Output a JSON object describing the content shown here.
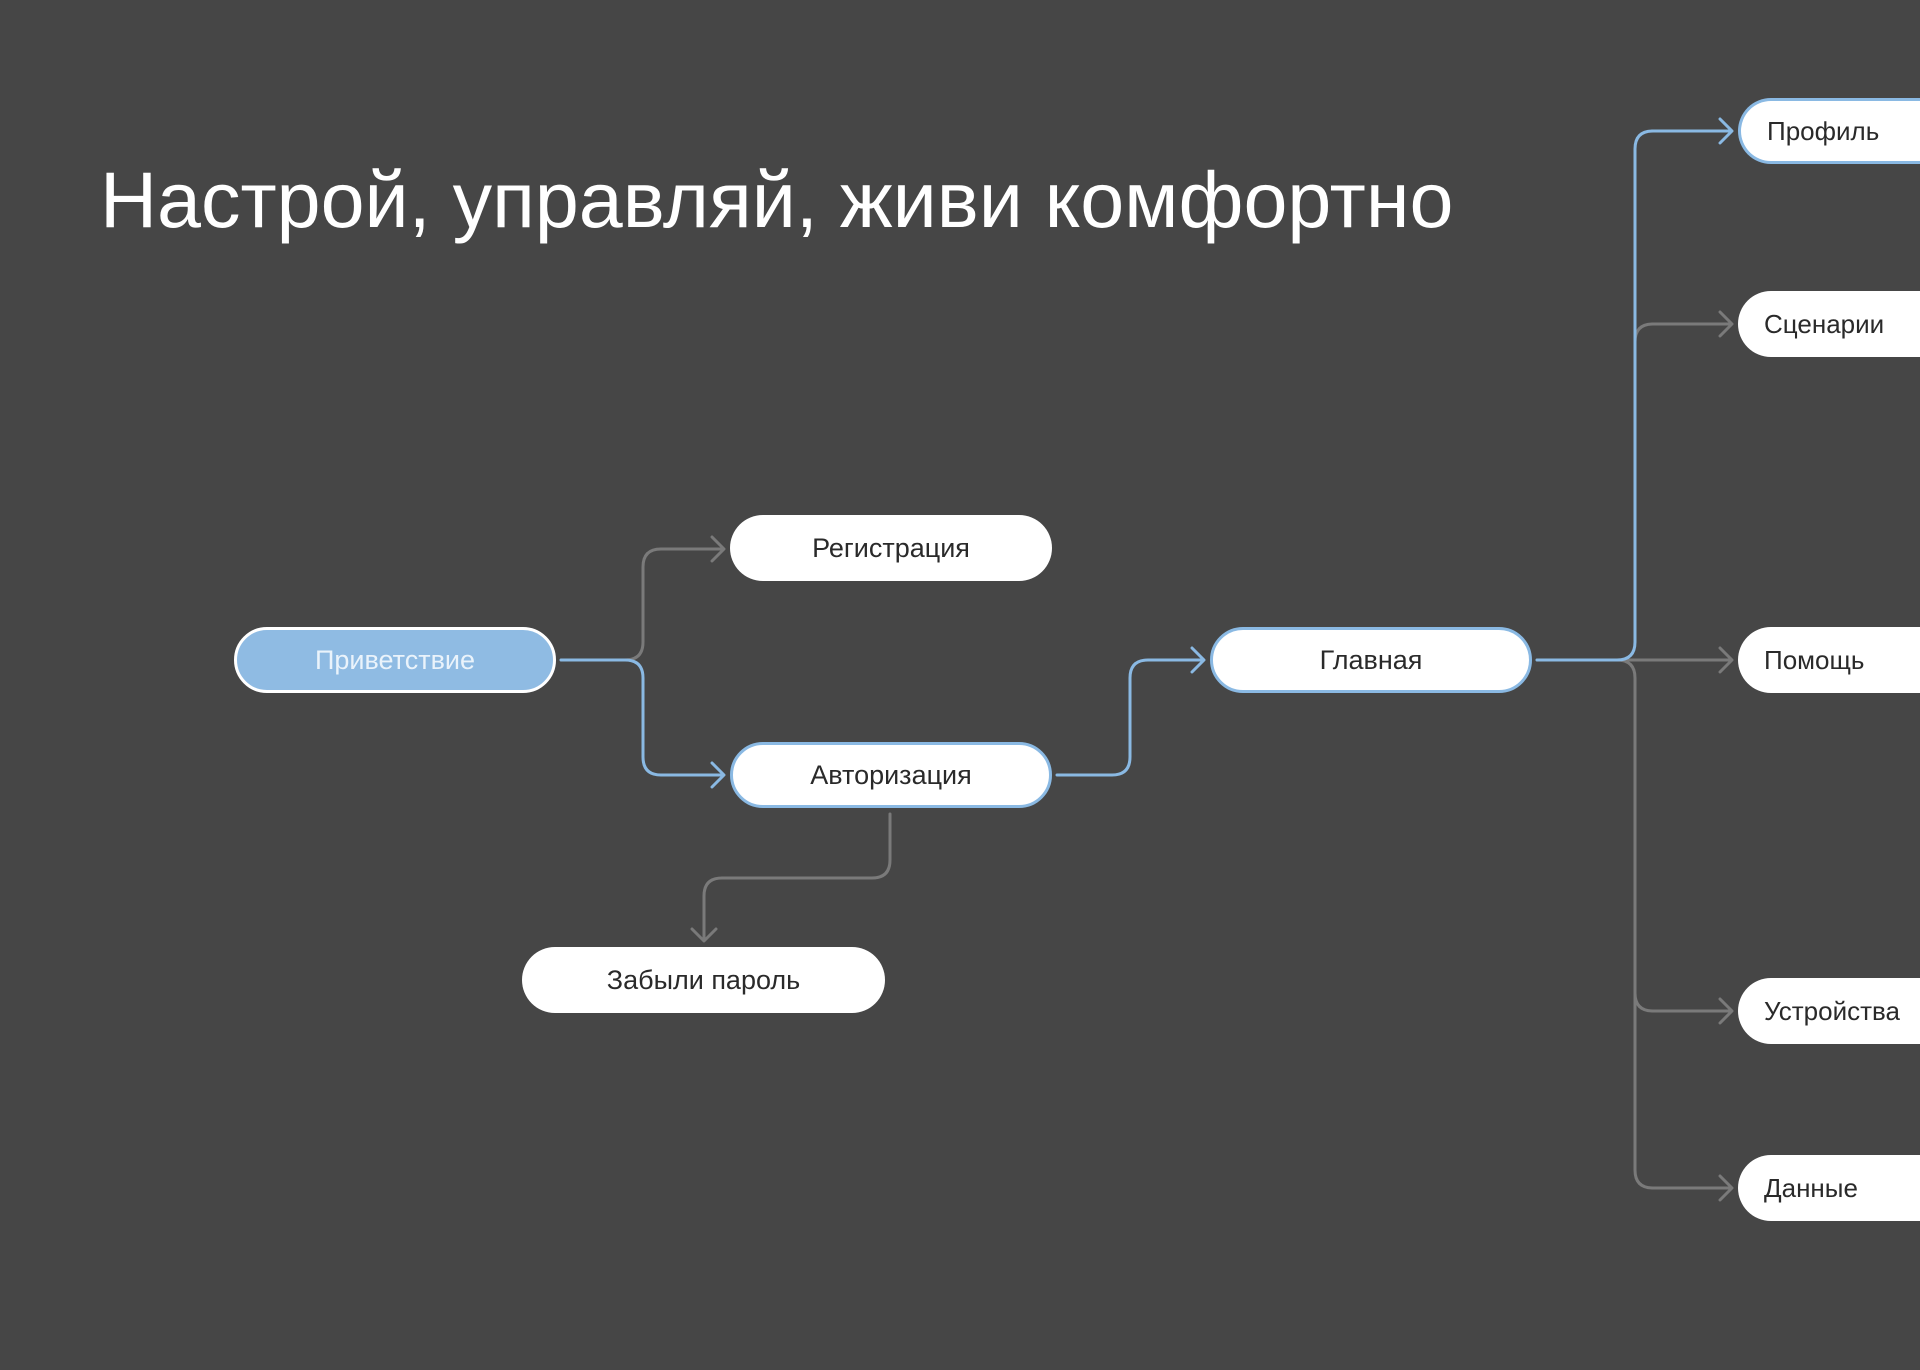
{
  "title": "Настрой, управляй, живи комфортно",
  "colors": {
    "background": "#464646",
    "accent": "#8ab9e3",
    "connector": "#7a7a7a",
    "node": "#ffffff"
  },
  "nodes": {
    "welcome": "Приветствие",
    "registration": "Регистрация",
    "authorization": "Авторизация",
    "forgot_password": "Забыли пароль",
    "main": "Главная",
    "profile": "Профиль",
    "scenarios": "Сценарии",
    "help": "Помощь",
    "devices": "Устройства",
    "data": "Данные"
  }
}
